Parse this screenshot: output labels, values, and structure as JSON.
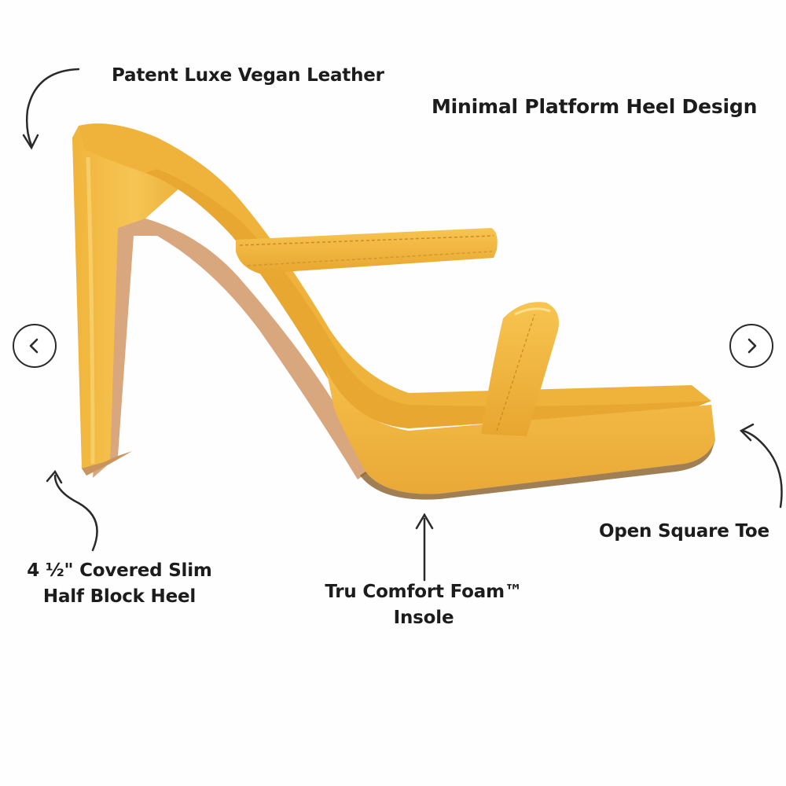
{
  "product_image": {
    "subject": "yellow-patent-platform-heel-sandal",
    "colors": {
      "upper": "#f2b73a",
      "upper_shade": "#e0a12c",
      "upper_highlight": "#f7cc5c",
      "insole": "#edae35",
      "heel_lining": "#d9a77e",
      "outline": "#8a5f2a",
      "text": "#1c1c1c"
    }
  },
  "annotations": {
    "material": {
      "lines": [
        "Patent Luxe Vegan Leather"
      ]
    },
    "design": {
      "lines": [
        "Minimal Platform Heel Design"
      ]
    },
    "heel": {
      "lines": [
        "4 ½\" Covered Slim",
        "Half Block Heel"
      ]
    },
    "insole": {
      "lines": [
        "Tru Comfort Foam™",
        "Insole"
      ]
    },
    "toe": {
      "lines": [
        "Open Square Toe"
      ]
    }
  },
  "navigation": {
    "prev": {
      "icon": "chevron-left-icon"
    },
    "next": {
      "icon": "chevron-right-icon"
    }
  }
}
